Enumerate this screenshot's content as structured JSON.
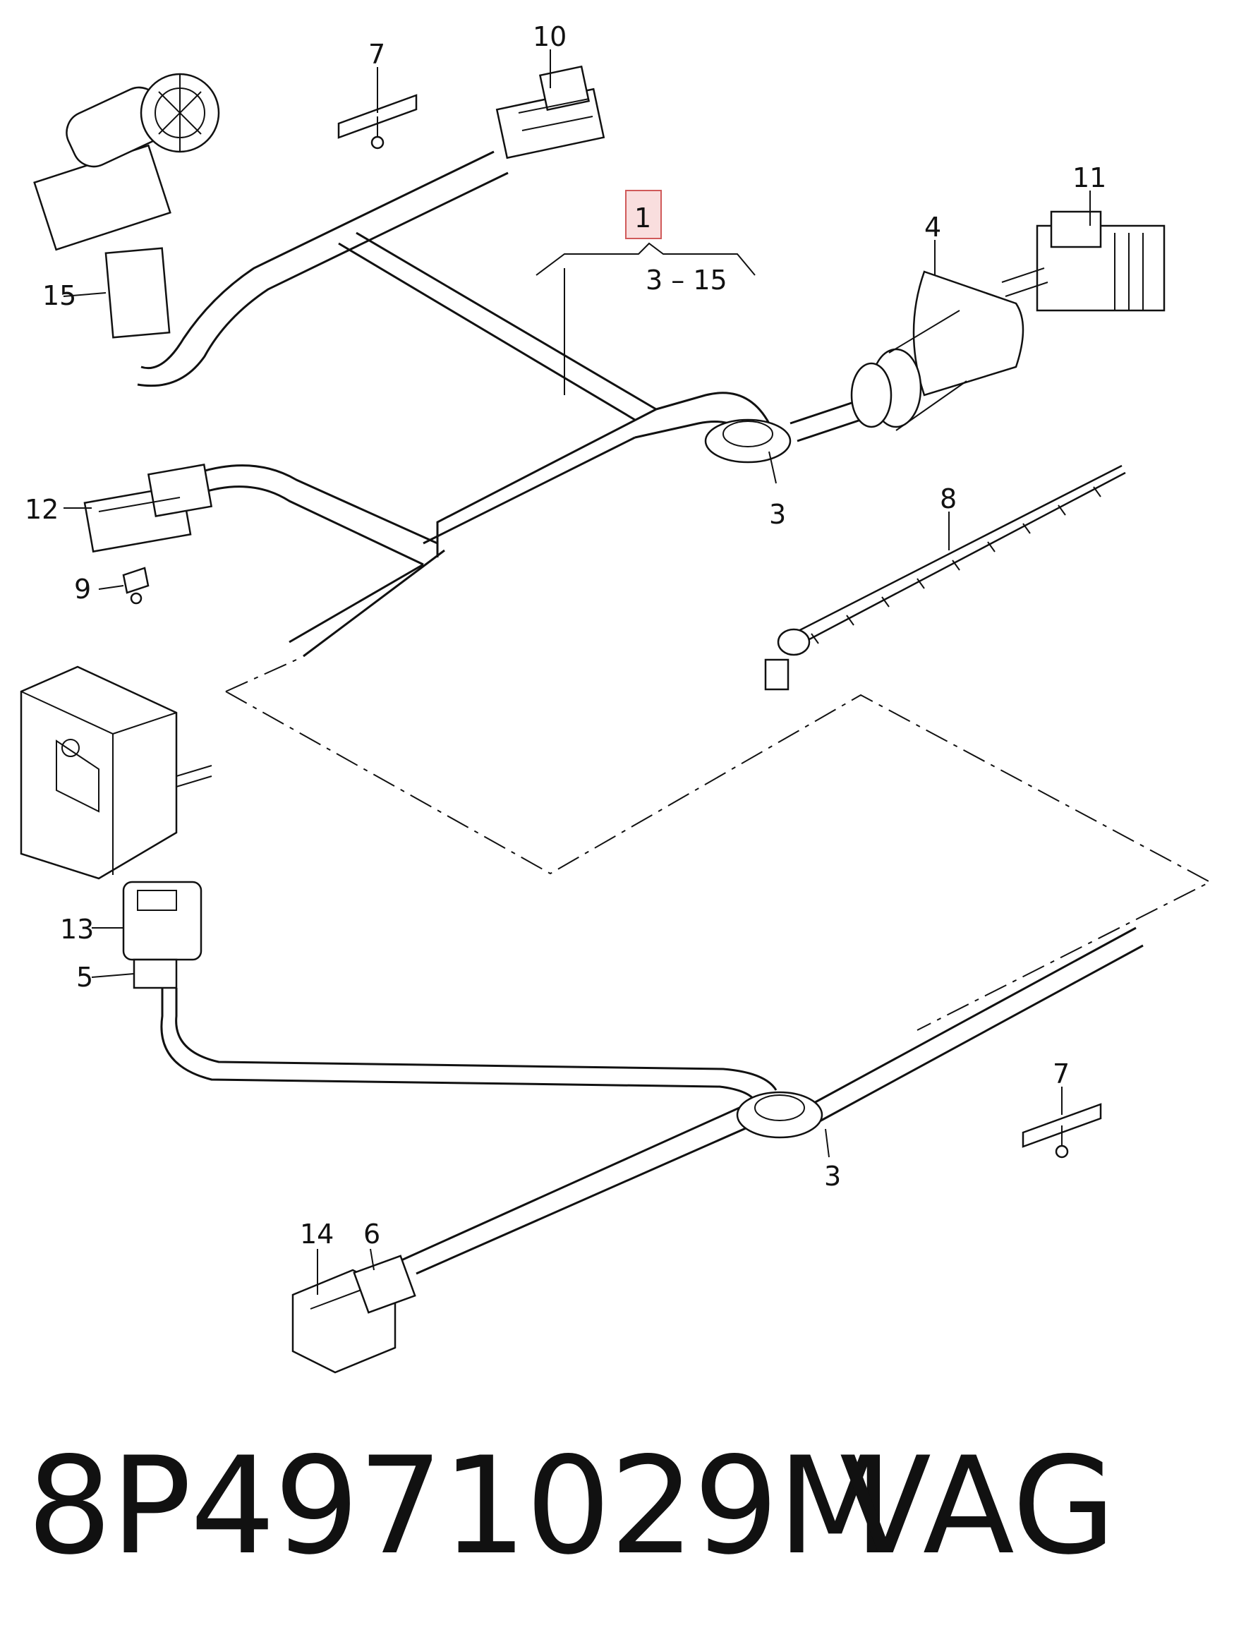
{
  "callouts": {
    "c1": "1",
    "c1_range": "3 – 15",
    "c3_upper": "3",
    "c3_lower": "3",
    "c4": "4",
    "c5": "5",
    "c6": "6",
    "c7_upper": "7",
    "c7_lower": "7",
    "c8": "8",
    "c9": "9",
    "c10": "10",
    "c11": "11",
    "c12": "12",
    "c13": "13",
    "c14": "14",
    "c15": "15"
  },
  "footer": {
    "part_number": "8P4971029M",
    "brand": "VAG"
  },
  "colors": {
    "highlight_fill": "#f9dede",
    "highlight_stroke": "#d05a5a",
    "ink": "#111111"
  }
}
